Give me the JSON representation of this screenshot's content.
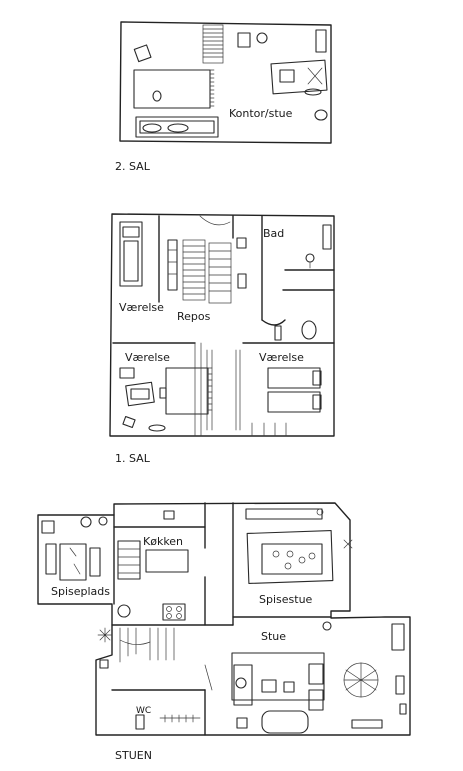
{
  "floors": {
    "top": {
      "caption": "2. SAL",
      "rooms": {
        "office": "Kontor/stue"
      }
    },
    "first": {
      "caption": "1. SAL",
      "rooms": {
        "bath": "Bad",
        "bedroom_left_upper": "Værelse",
        "landing": "Repos",
        "bedroom_left_lower": "Værelse",
        "bedroom_right": "Værelse"
      }
    },
    "ground": {
      "caption": "STUEN",
      "rooms": {
        "kitchen": "Køkken",
        "dining_area": "Spiseplads",
        "dining_room": "Spisestue",
        "living_room": "Stue",
        "wc": "WC"
      }
    }
  }
}
